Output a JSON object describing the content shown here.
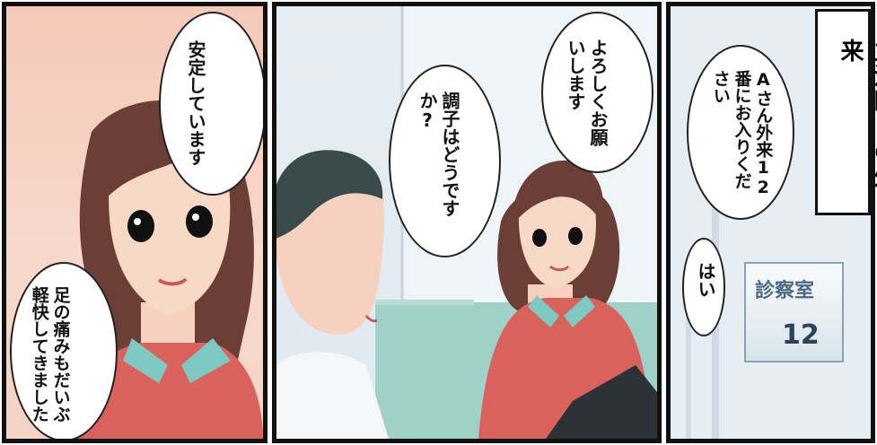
{
  "panels": {
    "left": {
      "bubble_top": "安定しています",
      "bubble_bottom": "足の痛みもだいぶ軽快してきました"
    },
    "middle": {
      "bubble_doctor": "調子はどうですか?",
      "bubble_patient": "よろしくお願いします"
    },
    "right": {
      "caption": "主治医との外来",
      "bubble_call": "Aさん外来12番にお入りください",
      "bubble_reply": "はい",
      "sign_label": "診察室",
      "sign_number": "12"
    }
  },
  "colors": {
    "outline": "#111111",
    "left_bg": "#f4c9b8",
    "middle_bg": "#e6eef4",
    "right_bg": "#e9f0f5",
    "sweater": "#d9625d",
    "collar": "#7ecac3",
    "hair_woman": "#6b3f36",
    "hair_man": "#3b4a4a"
  }
}
